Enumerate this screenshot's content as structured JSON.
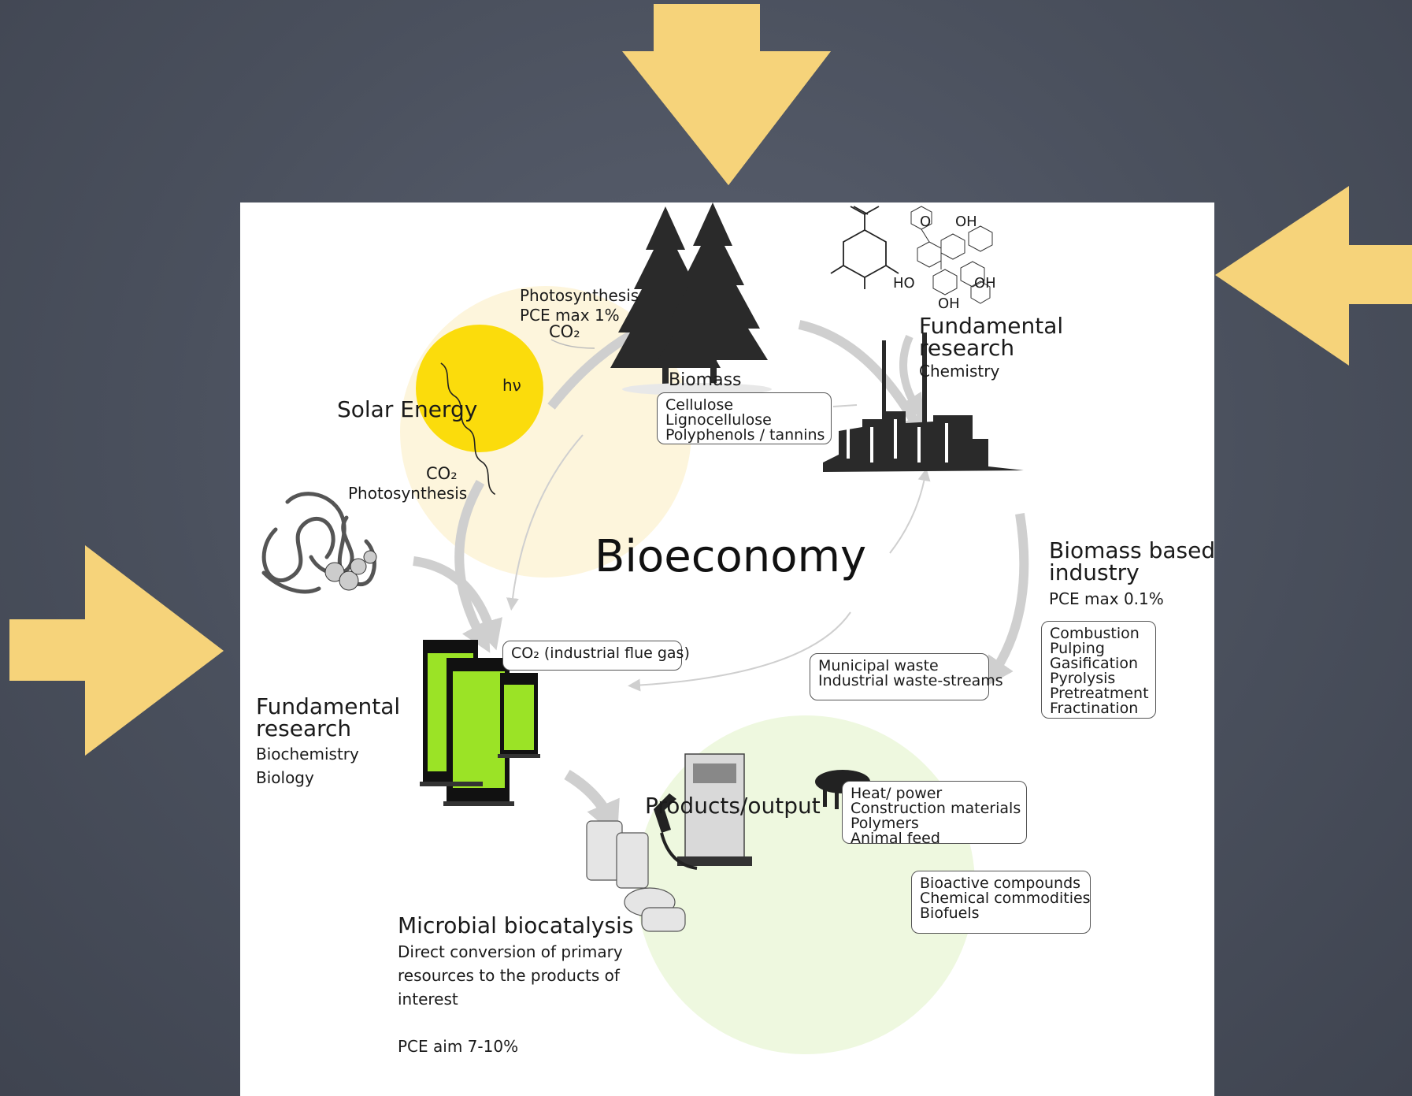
{
  "title": "Bioeconomy",
  "colors": {
    "arrow_yellow": "#f6d37a",
    "sun": "#fbdc0c",
    "sun_halo": "#fdf5dc",
    "green_halo": "#eef8df",
    "algae_green": "#9be326",
    "flow_gray": "#cfcfcf"
  },
  "solar": {
    "label": "Solar Energy",
    "hv": "hν"
  },
  "photosynthesis_top": {
    "line1": "Photosynthesis",
    "line2": "PCE max 1%",
    "line3": "CO₂"
  },
  "photosynthesis_left": {
    "line1": "CO₂",
    "line2": "Photosynthesis"
  },
  "biomass": {
    "label": "Biomass",
    "items": [
      "Cellulose",
      "Lignocellulose",
      "Polyphenols / tannins"
    ]
  },
  "fundamental_chem": {
    "line1": "Fundamental",
    "line2": "research",
    "line3": "Chemistry"
  },
  "molecule": {
    "o": "O",
    "oh_top": "OH",
    "ho": "HO",
    "oh_right": "OH",
    "oh_bottom": "OH"
  },
  "industry": {
    "line1": "Biomass based",
    "line2": "industry",
    "pce": "PCE max 0.1%",
    "items": [
      "Combustion",
      "Pulping",
      "Gasification",
      "Pyrolysis",
      "Pretreatment",
      "Fractination"
    ]
  },
  "fundamental_bio": {
    "line1": "Fundamental",
    "line2": "research",
    "line3": "Biochemistry",
    "line4": "Biology"
  },
  "flue_gas": "CO₂ (industrial flue gas)",
  "waste": {
    "items": [
      "Municipal waste",
      "Industrial waste-streams"
    ]
  },
  "products": {
    "label": "Products/output",
    "box1": [
      "Heat/ power",
      "Construction materials",
      "Polymers",
      "Animal feed"
    ],
    "box2": [
      "Bioactive compounds",
      "Chemical commodities",
      "Biofuels"
    ]
  },
  "microbial": {
    "title": "Microbial biocatalysis",
    "desc": [
      "Direct conversion of primary",
      "resources to the products of",
      "interest"
    ],
    "pce": "PCE aim 7-10%"
  }
}
